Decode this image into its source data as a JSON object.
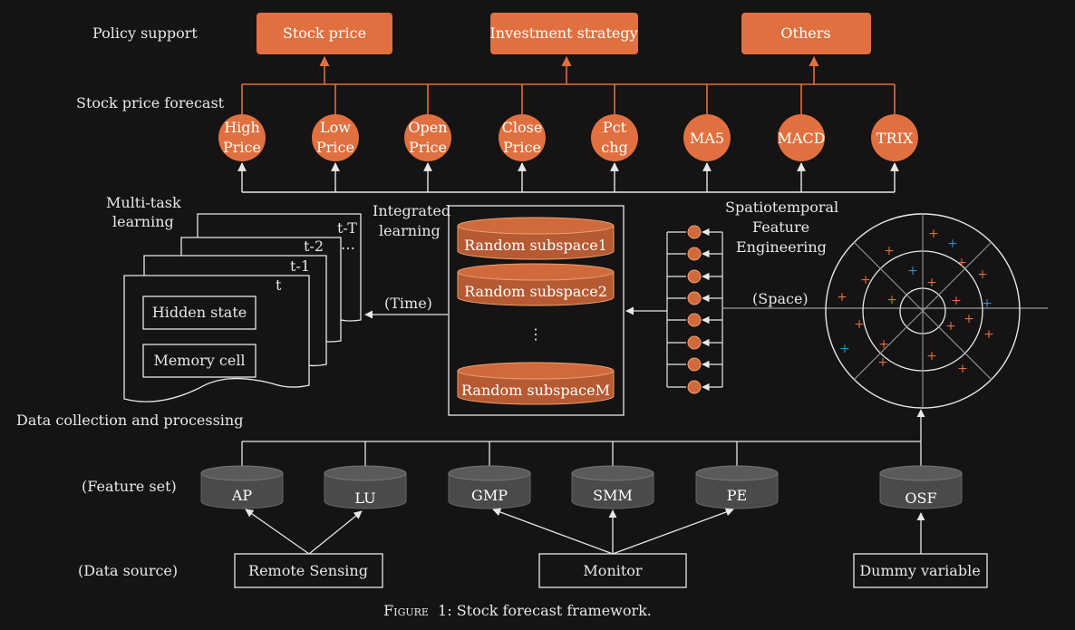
{
  "labels": {
    "policy_support": "Policy support",
    "stock_price_forecast": "Stock price forecast",
    "multi_task_1": "Multi-task",
    "multi_task_2": "learning",
    "integrated_1": "Integrated",
    "integrated_2": "learning",
    "spatio_1": "Spatiotemporal",
    "spatio_2": "Feature",
    "spatio_3": "Engineering",
    "time": "(Time)",
    "space": "(Space)",
    "data_collection": "Data collection and processing",
    "feature_set": "(Feature set)",
    "data_source": "(Data source)"
  },
  "policy": [
    "Stock price",
    "Investment strategy",
    "Others"
  ],
  "indicators": [
    {
      "l1": "High",
      "l2": "Price"
    },
    {
      "l1": "Low",
      "l2": "Price"
    },
    {
      "l1": "Open",
      "l2": "Price"
    },
    {
      "l1": "Close",
      "l2": "Price"
    },
    {
      "l1": "Pct",
      "l2": "chg"
    },
    {
      "l1": "MA5",
      "l2": ""
    },
    {
      "l1": "MACD",
      "l2": ""
    },
    {
      "l1": "TRIX",
      "l2": ""
    }
  ],
  "frames": {
    "t": "t",
    "t1": "t-1",
    "t2": "t-2",
    "tT": "t-T",
    "ellipsis": "…"
  },
  "hidden_state": "Hidden state",
  "memory_cell": "Memory cell",
  "subspaces": {
    "s1": "Random subspace1",
    "s2": "Random subspace2",
    "dots": "⋮",
    "sM": "Random subspaceM"
  },
  "features": [
    "AP",
    "LU",
    "GMP",
    "SMM",
    "PE",
    "OSF"
  ],
  "sources": [
    "Remote Sensing",
    "Monitor",
    "Dummy variable"
  ],
  "caption": {
    "prefix": "Figure",
    "text": "1: Stock forecast framework."
  },
  "colors": {
    "orange": "#e0703f",
    "cylinder_gray": "#4a4a4a",
    "orange_plus": "#e0703f",
    "blue_plus": "#3a8fd0"
  }
}
